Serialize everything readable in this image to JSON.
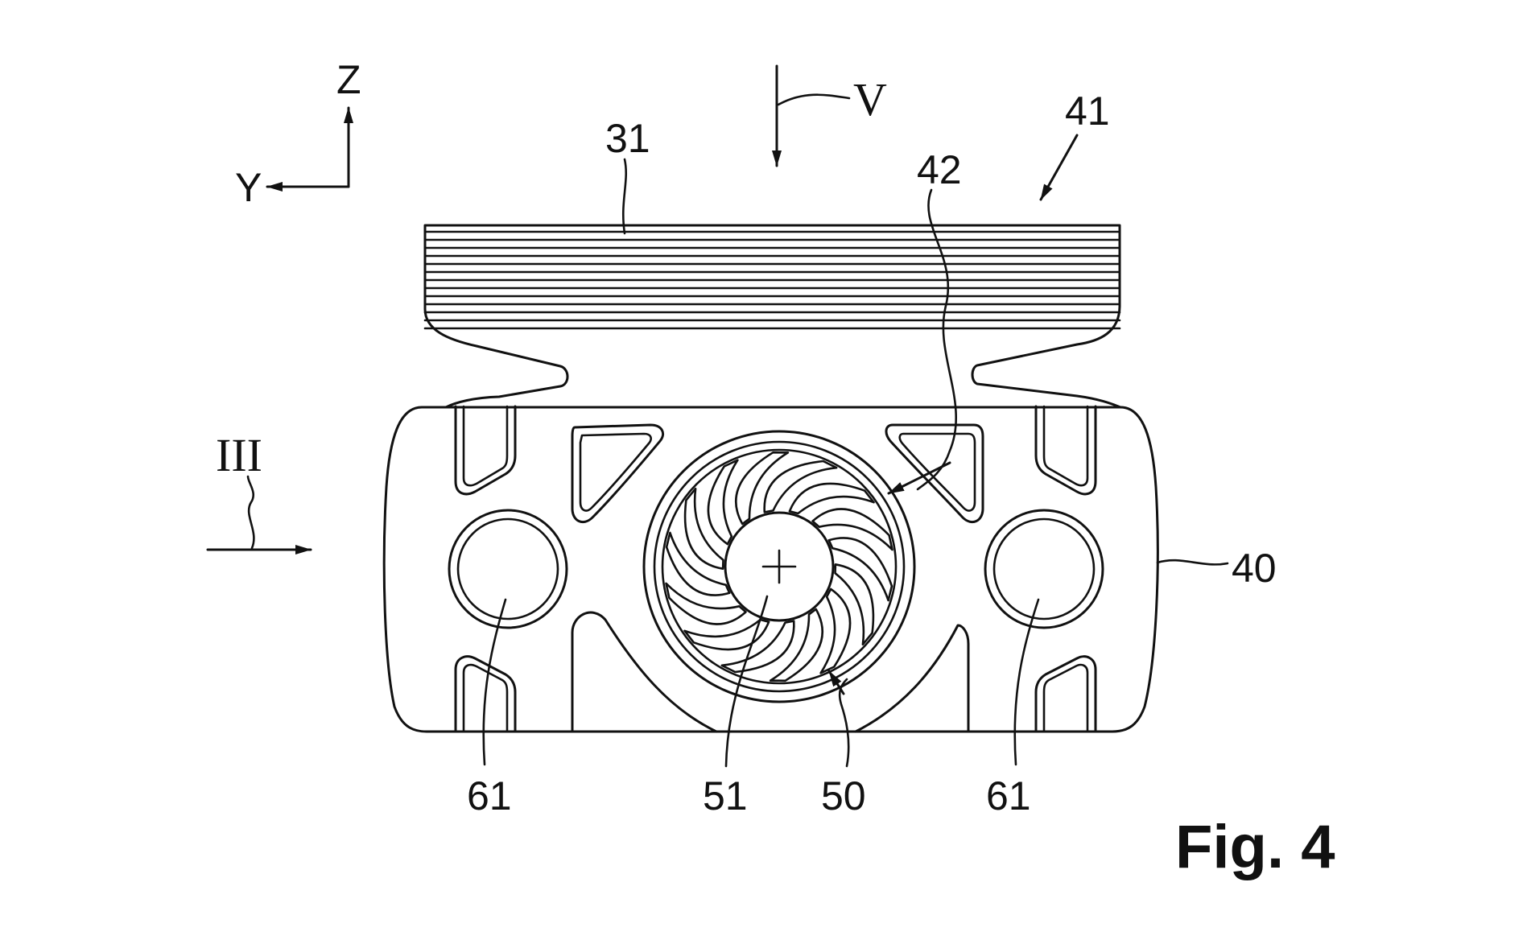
{
  "figure": {
    "label": "Fig. 4"
  },
  "axes": {
    "z": "Z",
    "y": "Y"
  },
  "view_markers": {
    "v": "V",
    "iii": "III"
  },
  "references": {
    "r31": "31",
    "r41": "41",
    "r42": "42",
    "r40": "40",
    "r61_left": "61",
    "r51": "51",
    "r50": "50",
    "r61_right": "61"
  },
  "colors": {
    "ink": "#111111",
    "paper": "#ffffff"
  },
  "fan": {
    "blade_count": 14
  }
}
